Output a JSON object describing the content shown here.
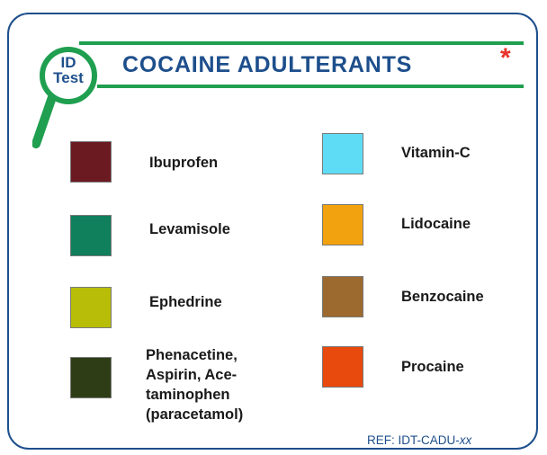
{
  "header": {
    "logo_line1": "ID",
    "logo_line2": "Test",
    "title": "COCAINE ADULTERANTS",
    "asterisk": "*"
  },
  "colors": {
    "brand_blue": "#1e4f8c",
    "brand_green": "#1f9f4f",
    "asterisk_red": "#e8322a"
  },
  "legend": {
    "left_column": [
      {
        "label": "Ibuprofen",
        "color": "#6b1a22"
      },
      {
        "label": "Levamisole",
        "color": "#0f7f5c"
      },
      {
        "label": "Ephedrine",
        "color": "#b8bd07"
      },
      {
        "label_lines": [
          "Phenacetine,",
          "Aspirin, Ace-",
          "taminophen",
          "(paracetamol)"
        ],
        "color": "#2e3d16"
      }
    ],
    "right_column": [
      {
        "label": "Vitamin-C",
        "color": "#5fdcf5"
      },
      {
        "label": "Lidocaine",
        "color": "#f1a20e"
      },
      {
        "label": "Benzocaine",
        "color": "#9c6a2f"
      },
      {
        "label": "Procaine",
        "color": "#e8490c"
      }
    ]
  },
  "footer": {
    "ref_prefix": "REF: IDT-CADU-",
    "ref_suffix": "xx"
  }
}
